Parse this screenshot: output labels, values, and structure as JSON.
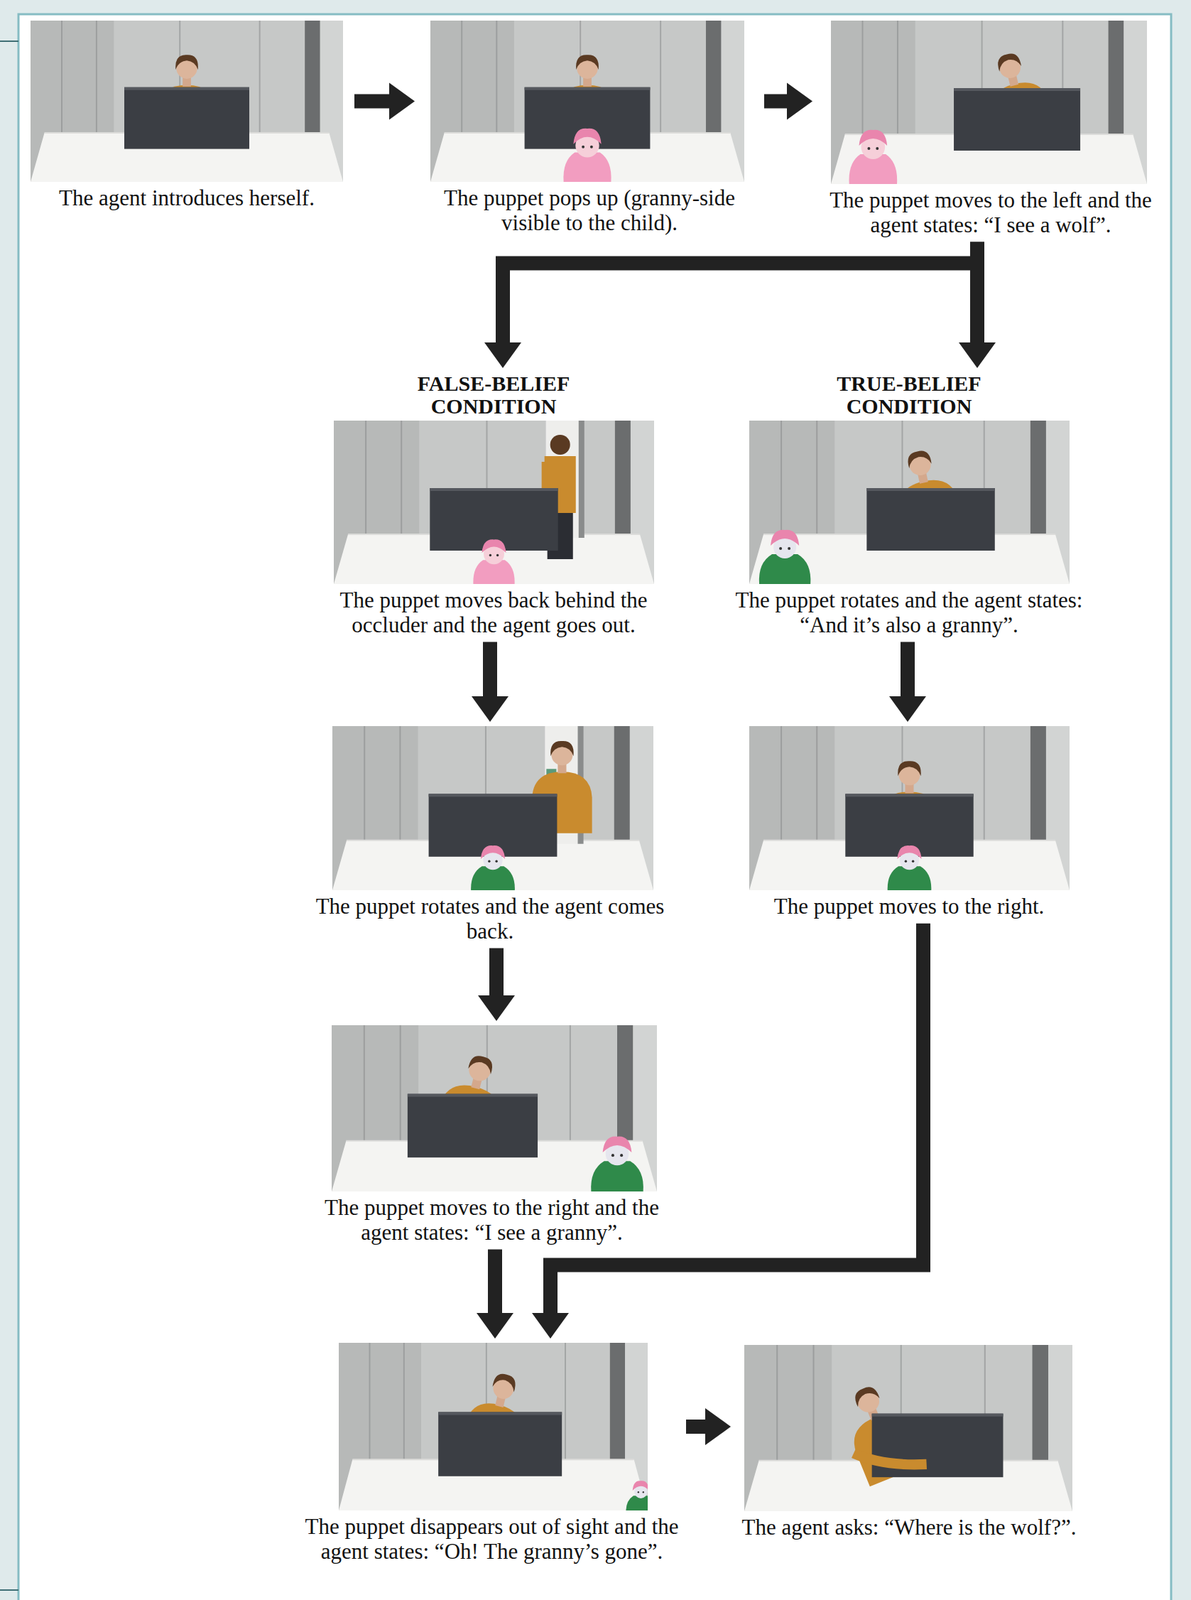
{
  "diagram": {
    "nodes": [
      {
        "text": [
          "The agent introduces herself."
        ]
      },
      {
        "text": [
          "The puppet pops up (granny-side visible to the child)."
        ]
      },
      {
        "text": [
          "The puppet moves to the left and the agent states: “I see a wolf”."
        ]
      },
      {
        "text": [
          "FALSE-BELIEF CONDITION",
          "The puppet moves back behind the occluder and the agent goes out."
        ]
      },
      {
        "text": [
          "TRUE-BELIEF CONDITION",
          "The puppet rotates and the agent states: “And it’s also a granny”."
        ]
      },
      {
        "text": [
          "The puppet rotates and the agent comes back."
        ]
      },
      {
        "text": [
          "The puppet moves to the right."
        ]
      },
      {
        "text": [
          "The puppet moves to the right and the agent states: “I see a granny”."
        ]
      },
      {
        "text": [
          "The puppet disappears out of sight and the agent states: “Oh! The granny’s gone”."
        ]
      },
      {
        "text": [
          "The agent asks: “Where is the wolf?”."
        ]
      }
    ],
    "edges": [
      {
        "from": 0,
        "to": 1,
        "arrow": "to"
      },
      {
        "from": 1,
        "to": 2,
        "arrow": "to"
      },
      {
        "from": 2,
        "to": 3,
        "arrow": "to"
      },
      {
        "from": 2,
        "to": 4,
        "arrow": "to"
      },
      {
        "from": 3,
        "to": 5,
        "arrow": "to"
      },
      {
        "from": 5,
        "to": 7,
        "arrow": "to"
      },
      {
        "from": 4,
        "to": 6,
        "arrow": "to"
      },
      {
        "from": 7,
        "to": 8,
        "arrow": "to"
      },
      {
        "from": 6,
        "to": 8,
        "arrow": "to"
      },
      {
        "from": 8,
        "to": 9,
        "arrow": "to"
      }
    ]
  }
}
